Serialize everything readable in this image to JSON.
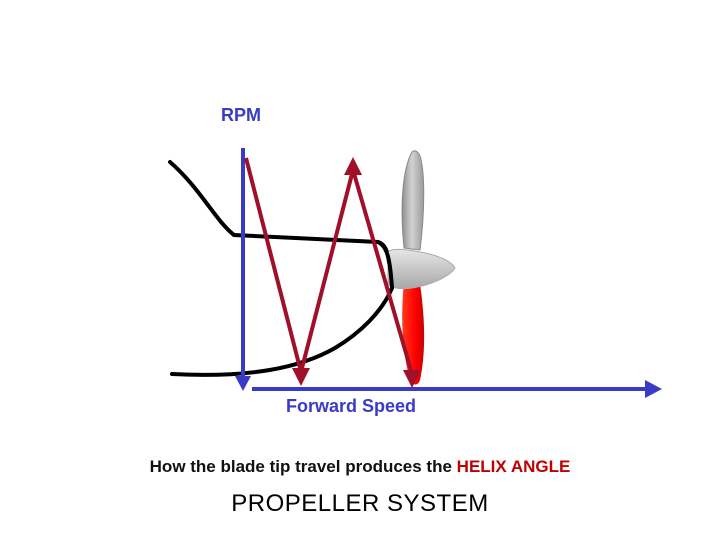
{
  "labels": {
    "rpm": "RPM",
    "forward_speed": "Forward Speed"
  },
  "caption": {
    "prefix": "How the blade tip travel produces the",
    "highlight": "HELIX ANGLE"
  },
  "title": "PROPELLER SYSTEM",
  "colors": {
    "axis": "#3a3ac8",
    "helix": "#a0102a",
    "blade_upper": "#b4b4b4",
    "blade_lower": "#ff1a00",
    "hub": "#c8c8c8",
    "outline": "#000000",
    "highlight_text": "#c00000"
  }
}
